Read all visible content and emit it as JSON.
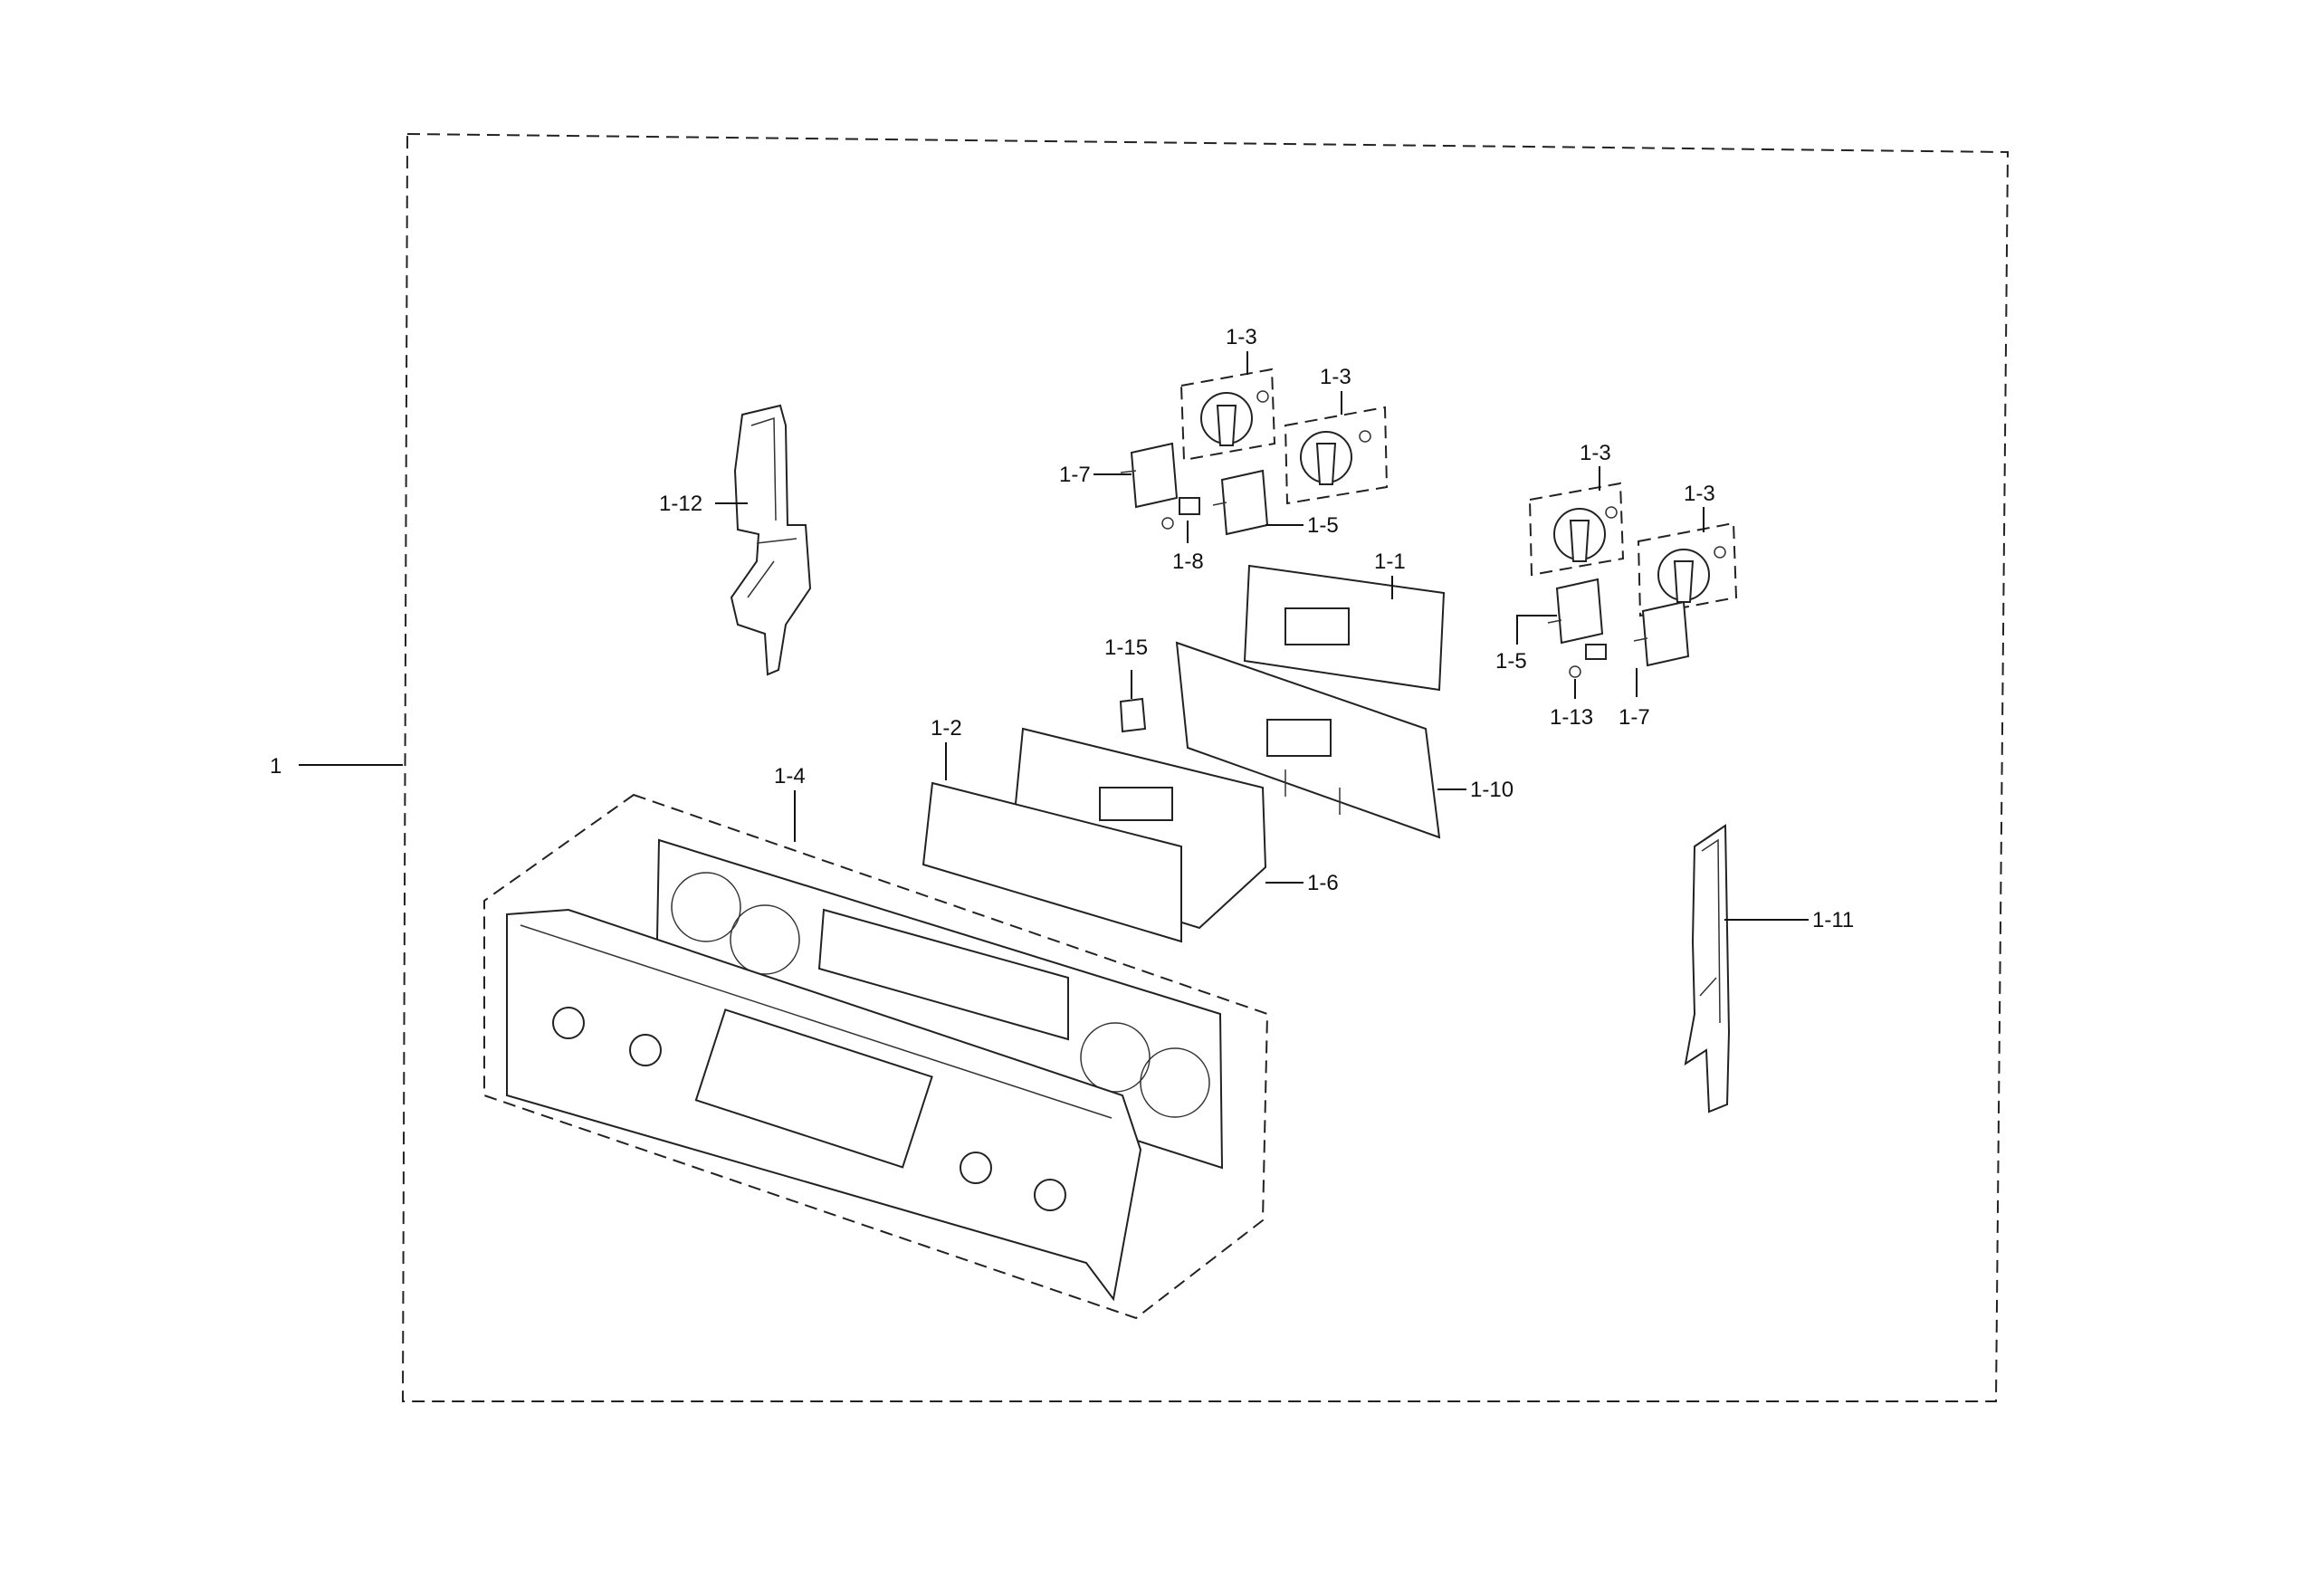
{
  "diagram": {
    "assembly_label": "1",
    "parts": {
      "p1_1": "1-1",
      "p1_2": "1-2",
      "p1_3a": "1-3",
      "p1_3b": "1-3",
      "p1_3c": "1-3",
      "p1_3d": "1-3",
      "p1_4": "1-4",
      "p1_5a": "1-5",
      "p1_5b": "1-5",
      "p1_6": "1-6",
      "p1_7a": "1-7",
      "p1_7b": "1-7",
      "p1_8": "1-8",
      "p1_10": "1-10",
      "p1_11": "1-11",
      "p1_12": "1-12",
      "p1_13": "1-13",
      "p1_15": "1-15"
    }
  }
}
